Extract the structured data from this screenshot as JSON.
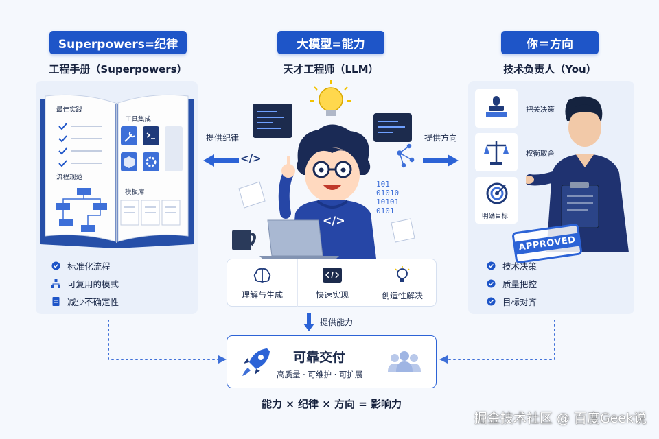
{
  "left": {
    "pill": "Superpowers=纪律",
    "subtitle": "工程手册（Superpowers）",
    "book": {
      "best_practice": "最佳实践",
      "process": "流程规范",
      "tools": "工具集成",
      "templates": "模板库"
    },
    "bullets": [
      "标准化流程",
      "可复用的模式",
      "减少不确定性"
    ]
  },
  "center": {
    "pill": "大模型=能力",
    "subtitle": "天才工程师（LLM）",
    "code_tag": "</>",
    "binary": [
      "101",
      "01010",
      "10101",
      "0101"
    ],
    "capabilities": [
      {
        "icon": "brain-icon",
        "label": "理解与生成"
      },
      {
        "icon": "code-icon",
        "label": "快速实现"
      },
      {
        "icon": "lightbulb-icon",
        "label": "创造性解决"
      }
    ],
    "provide_label": "提供能力"
  },
  "right": {
    "pill": "你＝方向",
    "subtitle": "技术负责人（You）",
    "items": [
      "把关决策",
      "权衡取舍",
      "明确目标"
    ],
    "stamp": "APPROVED",
    "bullets": [
      "技术决策",
      "质量把控",
      "目标对齐"
    ]
  },
  "arrows": {
    "left_label": "提供纪律",
    "right_label": "提供方向"
  },
  "deliver": {
    "title": "可靠交付",
    "subtitle": "高质量 · 可维护 · 可扩展"
  },
  "formula": "能力 × 纪律 × 方向 = 影响力",
  "watermark": "掘金技术社区 @ 百度Geek说",
  "colors": {
    "primary": "#1e55c8",
    "panel": "#eaf0fa",
    "navy": "#1f3a7a"
  }
}
